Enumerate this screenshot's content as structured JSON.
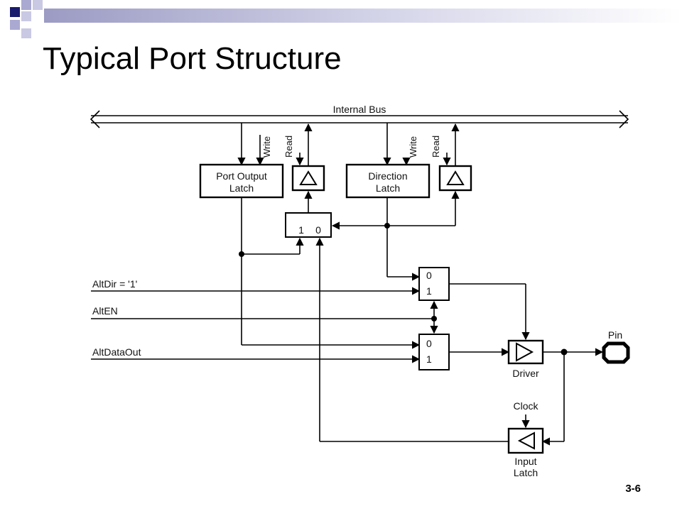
{
  "slide": {
    "title": "Typical Port Structure",
    "page_number": "3-6"
  },
  "diagram": {
    "bus_label": "Internal Bus",
    "write_label": "Write",
    "read_label": "Read",
    "port_output_latch": [
      "Port Output",
      "Latch"
    ],
    "direction_latch": [
      "Direction",
      "Latch"
    ],
    "mux_top_inputs": [
      "1",
      "0"
    ],
    "mux_side_inputs": [
      "0",
      "1"
    ],
    "alt_dir": "AltDir = '1'",
    "alt_en": "AltEN",
    "alt_data_out": "AltDataOut",
    "pin": "Pin",
    "driver": "Driver",
    "clock": "Clock",
    "input_latch": [
      "Input",
      "Latch"
    ]
  }
}
